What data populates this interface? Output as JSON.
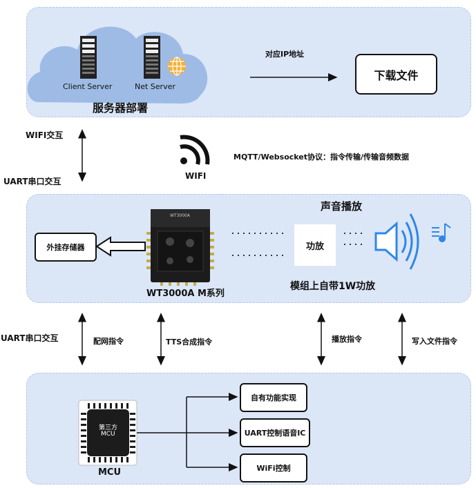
{
  "top": {
    "client_server": "Client Server",
    "net_server": "Net Server",
    "deploy_title": "服务器部署",
    "ip_label": "对应IP地址",
    "download_box": "下载文件"
  },
  "links": {
    "wifi_interact": "WIFI交互",
    "uart_interact_1": "UART串口交互",
    "wifi_label": "WIFI",
    "mqtt_label": "MQTT/Websocket协议：指令传输/传输音频数据",
    "uart_interact_2": "UART串口交互",
    "net_cmd": "配网指令",
    "tts_cmd": "TTS合成指令",
    "play_cmd": "播放指令",
    "write_cmd": "写入文件指令"
  },
  "middle": {
    "sound_title": "声音播放",
    "ext_storage": "外挂存储器",
    "module_name": "WT3000A M系列",
    "module_chip_text": "WT3000A",
    "amp_box": "功放",
    "amp_note": "模组上自带1W功放"
  },
  "bottom": {
    "chip_line1": "第三方",
    "chip_line2": "MCU",
    "mcu_label": "MCU",
    "func1": "自有功能实现",
    "func2": "UART控制语音IC",
    "func3": "WiFi控制"
  },
  "colors": {
    "panel_bg": "#dbe6f7",
    "cloud": "#9ebbe6",
    "speaker_blue": "#2f86e8",
    "chip_dark": "#1c1c1c"
  }
}
